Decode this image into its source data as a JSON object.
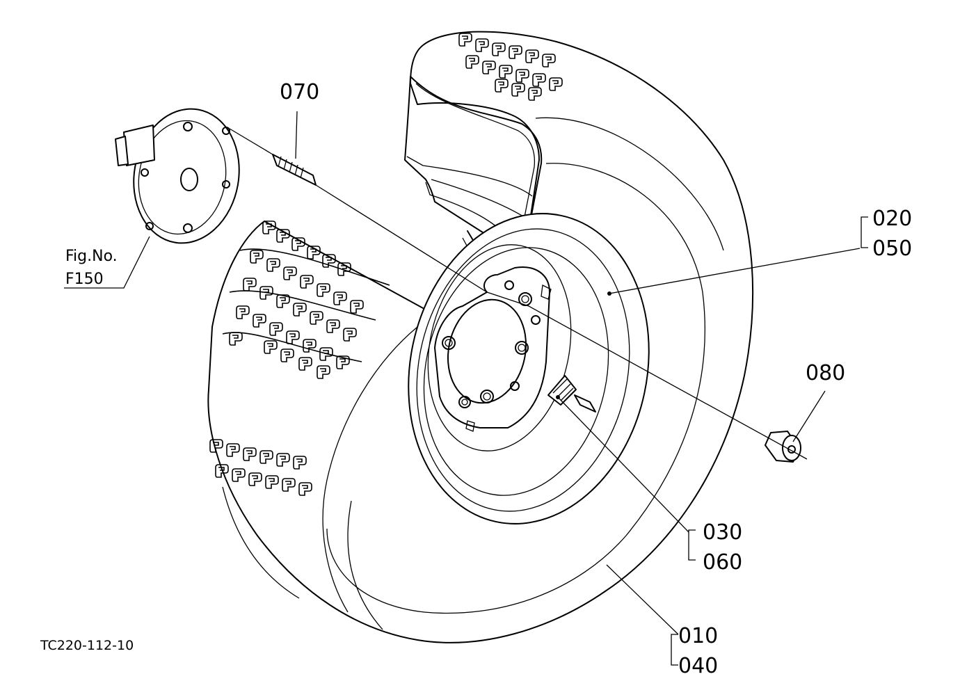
{
  "figure_code": "TC220-112-10",
  "reference": {
    "line1": "Fig.No.",
    "line2": "F150"
  },
  "parts": {
    "p010": "010",
    "p020": "020",
    "p030": "030",
    "p040": "040",
    "p050": "050",
    "p060": "060",
    "p070": "070",
    "p080": "080"
  }
}
